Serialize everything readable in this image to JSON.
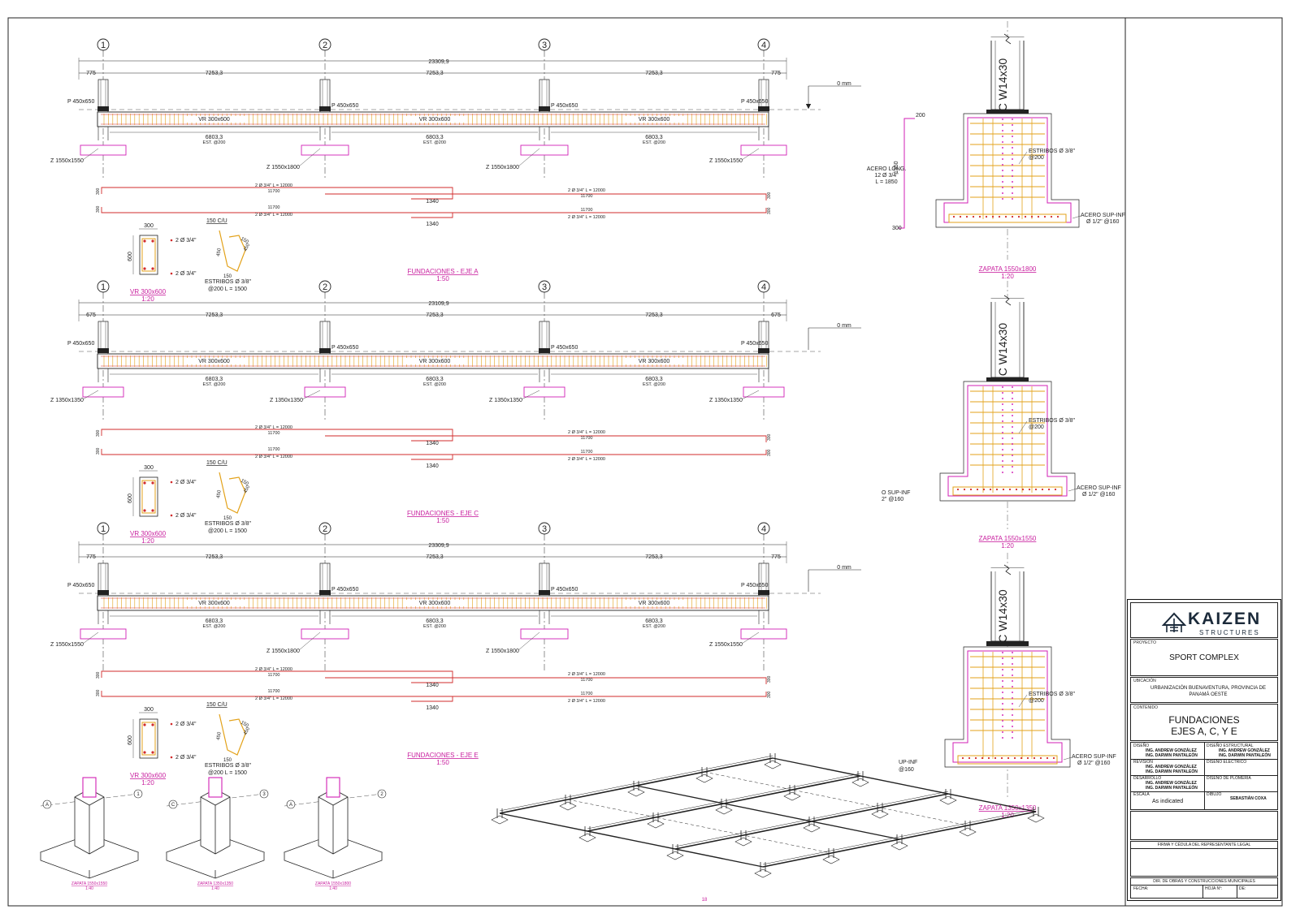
{
  "colors": {
    "line": "#222222",
    "magenta": "#d21fb5",
    "red": "#d22b2b",
    "rebar": "#e3a21a",
    "footing": "#d21fb5",
    "title_text": "#c81e9e"
  },
  "grid_labels": [
    "1",
    "2",
    "3",
    "4"
  ],
  "axis_letters": [
    "A",
    "C",
    "E"
  ],
  "elevations": [
    {
      "total": "23309,9",
      "end_left": "775",
      "end_right": "775",
      "spans": [
        "7253,3",
        "7253,3",
        "7253,3"
      ],
      "top_level": "0 mm",
      "column_labels": [
        "P 450x650",
        "P 450x650",
        "P 450x650",
        "P 450x650"
      ],
      "beam_labels": [
        "VR 300x600",
        "VR 300x600",
        "VR 300x600"
      ],
      "clear_spans": [
        "6803,3",
        "6803,3",
        "6803,3"
      ],
      "stirrups": [
        "EST. @200",
        "EST. @200",
        "EST. @200"
      ],
      "footings": [
        "Z 1550x1550",
        "Z 1550x1800",
        "Z 1550x1800",
        "Z 1550x1550"
      ],
      "rebar_top_left": "2 Ø 3/4\"  L = 12000",
      "rebar_top_left_len": "11700",
      "rebar_top_right": "2 Ø 3/4\"  L = 12000",
      "rebar_top_right_len": "11700",
      "rebar_bot_left_len": "11700",
      "rebar_bot_left": "2 Ø 3/4\"  L = 12000",
      "rebar_bot_right_len": "11700",
      "rebar_bot_right": "2 Ø 3/4\"  L = 12000",
      "lap": "1340",
      "hook": "300",
      "title": "FUNDACIONES - EJE A",
      "scale": "1:50"
    },
    {
      "total": "23109,9",
      "end_left": "675",
      "end_right": "675",
      "spans": [
        "7253,3",
        "7253,3",
        "7253,3"
      ],
      "top_level": "0 mm",
      "column_labels": [
        "P 450x650",
        "P 450x650",
        "P 450x650",
        "P 450x650"
      ],
      "beam_labels": [
        "VR 300x600",
        "VR 300x600",
        "VR 300x600"
      ],
      "clear_spans": [
        "6803,3",
        "6803,3",
        "6803,3"
      ],
      "stirrups": [
        "EST. @200",
        "EST. @200",
        "EST. @200"
      ],
      "footings": [
        "Z 1350x1350",
        "Z 1350x1350",
        "Z 1350x1350",
        "Z 1350x1350"
      ],
      "rebar_top_left": "2 Ø 3/4\"  L = 12000",
      "rebar_top_left_len": "11700",
      "rebar_top_right": "2 Ø 3/4\"  L = 12000",
      "rebar_top_right_len": "11700",
      "rebar_bot_left_len": "11700",
      "rebar_bot_left": "2 Ø 3/4\"  L = 12000",
      "rebar_bot_right_len": "11700",
      "rebar_bot_right": "2 Ø 3/4\"  L = 12000",
      "lap": "1340",
      "hook": "300",
      "title": "FUNDACIONES - EJE C",
      "scale": "1:50"
    },
    {
      "total": "23309,9",
      "end_left": "775",
      "end_right": "775",
      "spans": [
        "7253,3",
        "7253,3",
        "7253,3"
      ],
      "top_level": "0 mm",
      "column_labels": [
        "P 450x650",
        "P 450x650",
        "P 450x650",
        "P 450x650"
      ],
      "beam_labels": [
        "VR 300x600",
        "VR 300x600",
        "VR 300x600"
      ],
      "clear_spans": [
        "6803,3",
        "6803,3",
        "6803,3"
      ],
      "stirrups": [
        "EST. @200",
        "EST. @200",
        "EST. @200"
      ],
      "footings": [
        "Z 1550x1550",
        "Z 1550x1800",
        "Z 1550x1800",
        "Z 1550x1550"
      ],
      "rebar_top_left": "2 Ø 3/4\"  L = 12000",
      "rebar_top_left_len": "11700",
      "rebar_top_right": "2 Ø 3/4\"  L = 12000",
      "rebar_top_right_len": "11700",
      "rebar_bot_left_len": "11700",
      "rebar_bot_left": "2 Ø 3/4\"  L = 12000",
      "rebar_bot_right_len": "11700",
      "rebar_bot_right": "2 Ø 3/4\"  L = 12000",
      "lap": "1340",
      "hook": "300",
      "title": "FUNDACIONES - EJE E",
      "scale": "1:50"
    }
  ],
  "beam_section": {
    "width": "300",
    "height": "600",
    "top_bars": "2 Ø 3/4\"",
    "bottom_bars": "2 Ø 3/4\"",
    "stirrup_hook": "150 C/U",
    "hook_a": "150",
    "hook_b": "150",
    "leg_a": "450",
    "leg_b": "450",
    "leg_c": "150",
    "stirrup_note_1": "ESTRIBOS Ø 3/8\"",
    "stirrup_note_2": "@200 L = 1500",
    "title": "VR 300x600",
    "scale": "1:20"
  },
  "footing_details": [
    {
      "column": "C W14x30",
      "stirrups_1": "ESTRIBOS Ø 3/8\"",
      "stirrups_2": "@200",
      "bars_1": "ACERO SUP-INF",
      "bars_2": "Ø 1/2\" @160",
      "title": "ZAPATA 1550x1800",
      "scale": "1:20"
    },
    {
      "column": "C W14x30",
      "stirrups_1": "ESTRIBOS Ø 3/8\"",
      "stirrups_2": "@200",
      "bars_1": "ACERO SUP-INF",
      "bars_2": "Ø 1/2\" @160",
      "title": "ZAPATA 1550x1550",
      "scale": "1:20"
    },
    {
      "column": "C W14x30",
      "stirrups_1": "ESTRIBOS Ø 3/8\"",
      "stirrups_2": "@200",
      "bars_1": "ACERO SUP-INF",
      "bars_2": "Ø 1/2\" @160",
      "title": "ZAPATA 1350x1350",
      "scale": "1:20"
    }
  ],
  "long_bar": {
    "label_1": "ACERO LONG.",
    "label_2": "12 Ø 3/4\"",
    "label_3": "L = 1850",
    "top": "200",
    "height": "1350",
    "bottom": "300"
  },
  "cut_labels": {
    "mid_1": "O SUP-INF",
    "mid_2": "2\" @160",
    "low_1": "UP-INF",
    "low_2": "@160"
  },
  "iso_captions": [
    "ZAPATA 1550x1550",
    "ZAPATA 1350x1350",
    "ZAPATA 1550x1800"
  ],
  "iso_scale": "1:40",
  "iso_axis_labels": [
    [
      "A",
      "1"
    ],
    [
      "C",
      "3"
    ],
    [
      "A",
      "2"
    ]
  ],
  "page_number": "18",
  "title_block": {
    "brand": "KAIZEN",
    "brand_sub": "STRUCTURES",
    "proyecto_label": "PROYECTO",
    "proyecto": "SPORT COMPLEX",
    "ubicacion_label": "UBICACIÓN",
    "ubicacion": "URBANIZACIÓN BUENAVENTURA, PROVINCIA DE PANAMÁ OESTE",
    "contenido_label": "CONTENIDO",
    "contenido_1": "FUNDACIONES",
    "contenido_2": "EJES A, C, Y E",
    "diseno_label": "DISEÑO",
    "diseno_1": "ING. ANDREW GONZÁLEZ",
    "diseno_2": "ING. DARWIN PANTALEÓN",
    "diseno_estructural_label": "DISEÑO ESTRUCTURAL",
    "diseno_estructural_1": "ING. ANDREW GONZÁLEZ",
    "diseno_estructural_2": "ING. DARWIN PANTALEÓN",
    "revision_label": "REVISIÓN",
    "revision_1": "ING. ANDREW GONZÁLEZ",
    "revision_2": "ING. DARWIN PANTALEÓN",
    "electrico_label": "DISEÑO ELÉCTRICO",
    "desarrollo_label": "DESARROLLO",
    "desarrollo_1": "ING. ANDREW GONZÁLEZ",
    "desarrollo_2": "ING. DARWIN PANTALEÓN",
    "plomeria_label": "DISEÑO DE PLOMERÍA",
    "escala_label": "ESCALA",
    "escala": "As indicated",
    "dibujo_label": "DIBUJÓ",
    "dibujo": "SEBASTIÁN COXA",
    "firma": "FIRMA Y CÉDULA DEL REPRESENTANTE LEGAL",
    "dir_obras": "DIR. DE OBRAS Y CONSTRUCCIONES MUNICIPALES",
    "fecha_label": "FECHA:",
    "hoja_label": "HOJA N°:",
    "de_label": "DE:"
  }
}
